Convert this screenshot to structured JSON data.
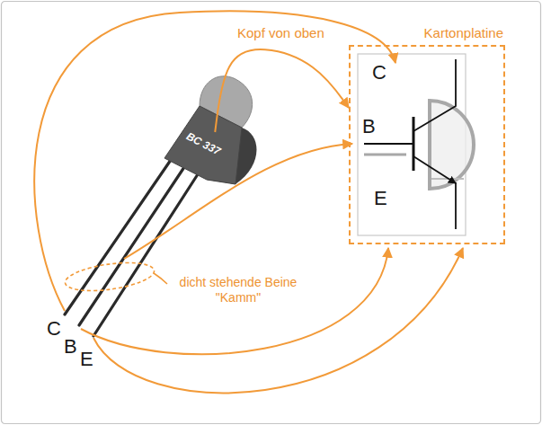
{
  "diagram": {
    "nodes": [
      {
        "text": [
          "BC 337"
        ]
      },
      {
        "text": [
          "Kartonplatine"
        ]
      }
    ],
    "edges": [
      {
        "from": 0,
        "to": 1,
        "label": "Kopf von oben",
        "arrow": "to"
      }
    ],
    "labels": [
      "C",
      "B",
      "E",
      "dicht stehende Beine \"Kamm\"",
      "C",
      "B",
      "E"
    ]
  }
}
